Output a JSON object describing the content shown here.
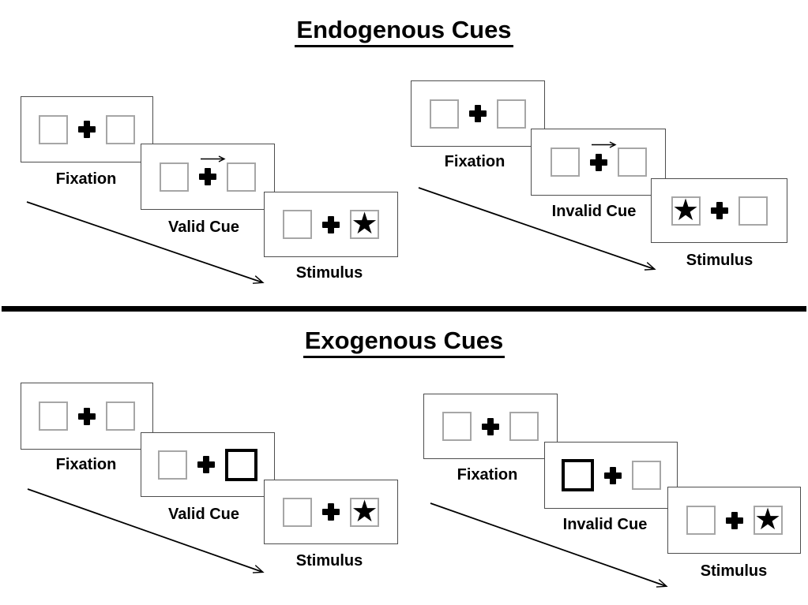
{
  "sections": [
    {
      "id": "endogenous",
      "title": "Endogenous Cues",
      "groups": [
        {
          "id": "valid",
          "cue_style": "central-arrow-pointing-right",
          "panels": [
            {
              "label": "Fixation",
              "cue": "none",
              "stimulus_side": "none"
            },
            {
              "label": "Valid Cue",
              "cue": "arrow-right-above-cross",
              "stimulus_side": "none"
            },
            {
              "label": "Stimulus",
              "cue": "none",
              "stimulus_side": "right"
            }
          ]
        },
        {
          "id": "invalid",
          "cue_style": "central-arrow-pointing-right",
          "panels": [
            {
              "label": "Fixation",
              "cue": "none",
              "stimulus_side": "none"
            },
            {
              "label": "Invalid Cue",
              "cue": "arrow-right-above-cross",
              "stimulus_side": "none"
            },
            {
              "label": "Stimulus",
              "cue": "none",
              "stimulus_side": "left"
            }
          ]
        }
      ]
    },
    {
      "id": "exogenous",
      "title": "Exogenous Cues",
      "groups": [
        {
          "id": "valid",
          "cue_style": "peripheral-bold-box",
          "panels": [
            {
              "label": "Fixation",
              "cue": "none",
              "stimulus_side": "none"
            },
            {
              "label": "Valid Cue",
              "cue": "bold-box-right",
              "stimulus_side": "none"
            },
            {
              "label": "Stimulus",
              "cue": "none",
              "stimulus_side": "right"
            }
          ]
        },
        {
          "id": "invalid",
          "cue_style": "peripheral-bold-box",
          "panels": [
            {
              "label": "Fixation",
              "cue": "none",
              "stimulus_side": "none"
            },
            {
              "label": "Invalid Cue",
              "cue": "bold-box-left",
              "stimulus_side": "none"
            },
            {
              "label": "Stimulus",
              "cue": "none",
              "stimulus_side": "right"
            }
          ]
        }
      ]
    }
  ],
  "glyphs": {
    "star": "★"
  },
  "colors": {
    "ink": "#000000",
    "panel_border": "#4d4d4d",
    "placeholder_box_border": "#a6a6a6",
    "background": "#ffffff"
  }
}
